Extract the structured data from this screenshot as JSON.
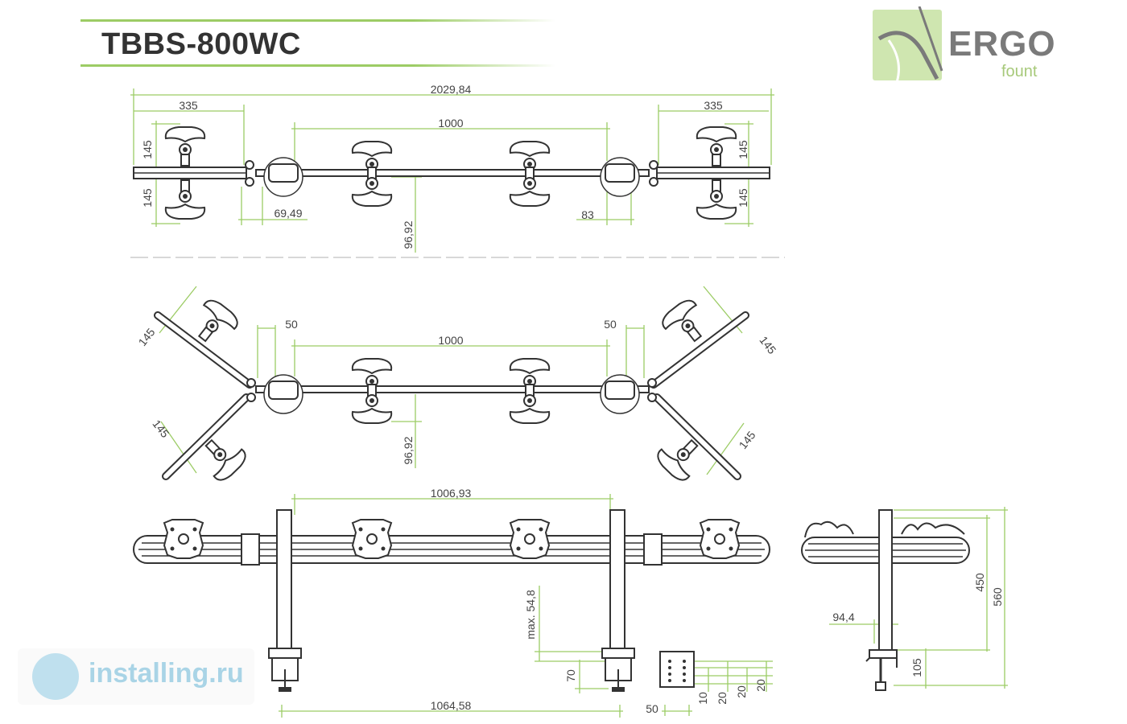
{
  "title": "TBBS-800WC",
  "logo": {
    "brand": "ERGO",
    "sub": "fount"
  },
  "watermark": {
    "text": "installing.ru"
  },
  "colors": {
    "dimension": "#9ccc65",
    "title": "#333333",
    "line": "#333333",
    "watermark": "#a9d4e6"
  },
  "top_view": {
    "total": "2029,84",
    "left_span": "335",
    "right_span": "335",
    "center_span": "1000",
    "left_upper": "145",
    "left_lower": "145",
    "right_upper": "145",
    "right_lower": "145",
    "clamp_left": "69,49",
    "clamp_right": "83",
    "depth": "96,92"
  },
  "angled_view": {
    "left_offset": "50",
    "right_offset": "50",
    "center_span": "1000",
    "arm_ul": "145",
    "arm_ll": "145",
    "arm_ur": "145",
    "arm_lr": "145",
    "depth": "96,92"
  },
  "front_view": {
    "pole_spacing": "1006,93",
    "base_spacing": "1064,58",
    "max_desk": "max. 54,8",
    "clamp_height": "70",
    "grommet_width": "50",
    "grommet_a": "10",
    "grommet_b": "20",
    "grommet_c": "20",
    "grommet_d": "20"
  },
  "side_view": {
    "offset": "94,4",
    "height_450": "450",
    "height_560": "560",
    "base_105": "105"
  }
}
